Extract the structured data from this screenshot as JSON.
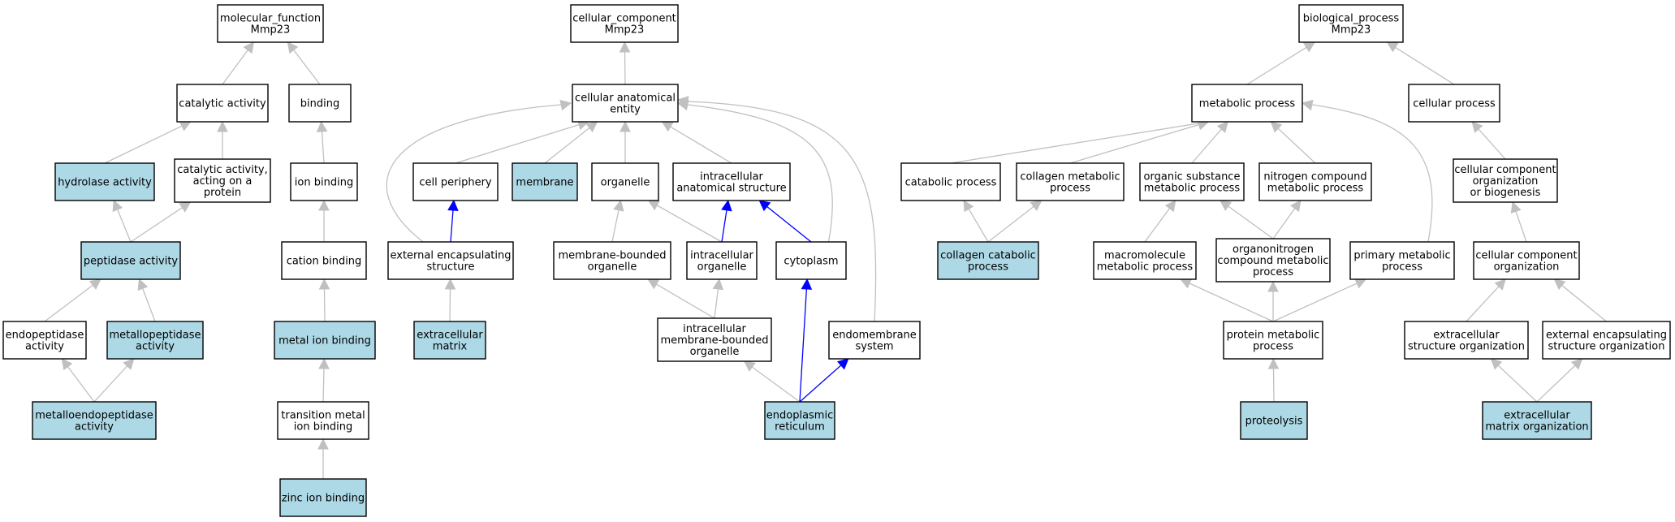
{
  "colors": {
    "node_default": "#ffffff",
    "node_annotated": "#add8e6",
    "edge_default": "#c0c0c0",
    "edge_highlight": "#0000ff",
    "border": "#000000"
  },
  "nodes": [
    {
      "id": "mf",
      "lines": [
        "molecular_function",
        "Mmp23"
      ],
      "fill": "default"
    },
    {
      "id": "catalytic",
      "lines": [
        "catalytic activity"
      ],
      "fill": "default"
    },
    {
      "id": "binding",
      "lines": [
        "binding"
      ],
      "fill": "default"
    },
    {
      "id": "hydrolase",
      "lines": [
        "hydrolase activity"
      ],
      "fill": "annotated"
    },
    {
      "id": "cat_protein",
      "lines": [
        "catalytic activity,",
        "acting on a",
        "protein"
      ],
      "fill": "default"
    },
    {
      "id": "ion_binding",
      "lines": [
        "ion binding"
      ],
      "fill": "default"
    },
    {
      "id": "peptidase",
      "lines": [
        "peptidase activity"
      ],
      "fill": "annotated"
    },
    {
      "id": "cation_binding",
      "lines": [
        "cation binding"
      ],
      "fill": "default"
    },
    {
      "id": "endopeptidase",
      "lines": [
        "endopeptidase",
        "activity"
      ],
      "fill": "default"
    },
    {
      "id": "metallopeptidase",
      "lines": [
        "metallopeptidase",
        "activity"
      ],
      "fill": "annotated"
    },
    {
      "id": "metal_ion",
      "lines": [
        "metal ion binding"
      ],
      "fill": "annotated"
    },
    {
      "id": "metalloendo",
      "lines": [
        "metalloendopeptidase",
        "activity"
      ],
      "fill": "annotated"
    },
    {
      "id": "transition_metal",
      "lines": [
        "transition metal",
        "ion binding"
      ],
      "fill": "default"
    },
    {
      "id": "zinc",
      "lines": [
        "zinc ion binding"
      ],
      "fill": "annotated"
    },
    {
      "id": "cc",
      "lines": [
        "cellular_component",
        "Mmp23"
      ],
      "fill": "default"
    },
    {
      "id": "cae",
      "lines": [
        "cellular anatomical",
        "entity"
      ],
      "fill": "default"
    },
    {
      "id": "cell_periphery",
      "lines": [
        "cell periphery"
      ],
      "fill": "default"
    },
    {
      "id": "membrane",
      "lines": [
        "membrane"
      ],
      "fill": "annotated"
    },
    {
      "id": "organelle",
      "lines": [
        "organelle"
      ],
      "fill": "default"
    },
    {
      "id": "intracellular_as",
      "lines": [
        "intracellular",
        "anatomical structure"
      ],
      "fill": "default"
    },
    {
      "id": "ext_encap",
      "lines": [
        "external encapsulating",
        "structure"
      ],
      "fill": "default"
    },
    {
      "id": "mb_organelle",
      "lines": [
        "membrane-bounded",
        "organelle"
      ],
      "fill": "default"
    },
    {
      "id": "ic_organelle",
      "lines": [
        "intracellular",
        "organelle"
      ],
      "fill": "default"
    },
    {
      "id": "cytoplasm",
      "lines": [
        "cytoplasm"
      ],
      "fill": "default"
    },
    {
      "id": "ecm",
      "lines": [
        "extracellular",
        "matrix"
      ],
      "fill": "annotated"
    },
    {
      "id": "ic_mb_organelle",
      "lines": [
        "intracellular",
        "membrane-bounded",
        "organelle"
      ],
      "fill": "default"
    },
    {
      "id": "endomembrane",
      "lines": [
        "endomembrane",
        "system"
      ],
      "fill": "default"
    },
    {
      "id": "er",
      "lines": [
        "endoplasmic",
        "reticulum"
      ],
      "fill": "annotated"
    },
    {
      "id": "bp",
      "lines": [
        "biological_process",
        "Mmp23"
      ],
      "fill": "default"
    },
    {
      "id": "metabolic",
      "lines": [
        "metabolic process"
      ],
      "fill": "default"
    },
    {
      "id": "cellular_process",
      "lines": [
        "cellular process"
      ],
      "fill": "default"
    },
    {
      "id": "catabolic",
      "lines": [
        "catabolic process"
      ],
      "fill": "default"
    },
    {
      "id": "collagen_metabolic",
      "lines": [
        "collagen metabolic",
        "process"
      ],
      "fill": "default"
    },
    {
      "id": "organic_subst",
      "lines": [
        "organic substance",
        "metabolic process"
      ],
      "fill": "default"
    },
    {
      "id": "nitrogen",
      "lines": [
        "nitrogen compound",
        "metabolic process"
      ],
      "fill": "default"
    },
    {
      "id": "ccob",
      "lines": [
        "cellular component",
        "organization",
        "or biogenesis"
      ],
      "fill": "default"
    },
    {
      "id": "collagen_catabolic",
      "lines": [
        "collagen catabolic",
        "process"
      ],
      "fill": "annotated"
    },
    {
      "id": "macromolecule",
      "lines": [
        "macromolecule",
        "metabolic process"
      ],
      "fill": "default"
    },
    {
      "id": "organonitrogen",
      "lines": [
        "organonitrogen",
        "compound metabolic",
        "process"
      ],
      "fill": "default"
    },
    {
      "id": "primary_metabolic",
      "lines": [
        "primary metabolic",
        "process"
      ],
      "fill": "default"
    },
    {
      "id": "cco",
      "lines": [
        "cellular component",
        "organization"
      ],
      "fill": "default"
    },
    {
      "id": "protein_metabolic",
      "lines": [
        "protein metabolic",
        "process"
      ],
      "fill": "default"
    },
    {
      "id": "ext_struct_org",
      "lines": [
        "extracellular",
        "structure organization"
      ],
      "fill": "default"
    },
    {
      "id": "ext_encap_org",
      "lines": [
        "external encapsulating",
        "structure organization"
      ],
      "fill": "default"
    },
    {
      "id": "proteolysis",
      "lines": [
        "proteolysis"
      ],
      "fill": "annotated"
    },
    {
      "id": "ecm_org",
      "lines": [
        "extracellular",
        "matrix organization"
      ],
      "fill": "annotated"
    }
  ],
  "edges": [
    {
      "from": "catalytic",
      "to": "mf",
      "color": "default"
    },
    {
      "from": "binding",
      "to": "mf",
      "color": "default"
    },
    {
      "from": "hydrolase",
      "to": "catalytic",
      "color": "default"
    },
    {
      "from": "cat_protein",
      "to": "catalytic",
      "color": "default"
    },
    {
      "from": "ion_binding",
      "to": "binding",
      "color": "default"
    },
    {
      "from": "peptidase",
      "to": "hydrolase",
      "color": "default"
    },
    {
      "from": "peptidase",
      "to": "cat_protein",
      "color": "default"
    },
    {
      "from": "cation_binding",
      "to": "ion_binding",
      "color": "default"
    },
    {
      "from": "endopeptidase",
      "to": "peptidase",
      "color": "default"
    },
    {
      "from": "metallopeptidase",
      "to": "peptidase",
      "color": "default"
    },
    {
      "from": "metal_ion",
      "to": "cation_binding",
      "color": "default"
    },
    {
      "from": "metalloendo",
      "to": "endopeptidase",
      "color": "default"
    },
    {
      "from": "metalloendo",
      "to": "metallopeptidase",
      "color": "default"
    },
    {
      "from": "transition_metal",
      "to": "metal_ion",
      "color": "default"
    },
    {
      "from": "zinc",
      "to": "transition_metal",
      "color": "default"
    },
    {
      "from": "cae",
      "to": "cc",
      "color": "default"
    },
    {
      "from": "cell_periphery",
      "to": "cae",
      "color": "default"
    },
    {
      "from": "membrane",
      "to": "cae",
      "color": "default"
    },
    {
      "from": "organelle",
      "to": "cae",
      "color": "default"
    },
    {
      "from": "intracellular_as",
      "to": "cae",
      "color": "default"
    },
    {
      "from": "ext_encap",
      "to": "cae",
      "color": "default",
      "curve": "left"
    },
    {
      "from": "cytoplasm",
      "to": "cae",
      "color": "default",
      "curve": "right"
    },
    {
      "from": "endomembrane",
      "to": "cae",
      "color": "default",
      "curve": "farright"
    },
    {
      "from": "ext_encap",
      "to": "cell_periphery",
      "color": "highlight"
    },
    {
      "from": "mb_organelle",
      "to": "organelle",
      "color": "default"
    },
    {
      "from": "ic_organelle",
      "to": "organelle",
      "color": "default"
    },
    {
      "from": "ic_organelle",
      "to": "intracellular_as",
      "color": "highlight"
    },
    {
      "from": "cytoplasm",
      "to": "intracellular_as",
      "color": "highlight"
    },
    {
      "from": "ecm",
      "to": "ext_encap",
      "color": "default"
    },
    {
      "from": "ic_mb_organelle",
      "to": "mb_organelle",
      "color": "default"
    },
    {
      "from": "ic_mb_organelle",
      "to": "ic_organelle",
      "color": "default"
    },
    {
      "from": "er",
      "to": "ic_mb_organelle",
      "color": "default"
    },
    {
      "from": "er",
      "to": "cytoplasm",
      "color": "highlight"
    },
    {
      "from": "er",
      "to": "endomembrane",
      "color": "highlight"
    },
    {
      "from": "metabolic",
      "to": "bp",
      "color": "default"
    },
    {
      "from": "cellular_process",
      "to": "bp",
      "color": "default"
    },
    {
      "from": "catabolic",
      "to": "metabolic",
      "color": "default"
    },
    {
      "from": "collagen_metabolic",
      "to": "metabolic",
      "color": "default"
    },
    {
      "from": "organic_subst",
      "to": "metabolic",
      "color": "default"
    },
    {
      "from": "nitrogen",
      "to": "metabolic",
      "color": "default"
    },
    {
      "from": "primary_metabolic",
      "to": "metabolic",
      "color": "default",
      "curve": "right"
    },
    {
      "from": "ccob",
      "to": "cellular_process",
      "color": "default"
    },
    {
      "from": "collagen_catabolic",
      "to": "catabolic",
      "color": "default"
    },
    {
      "from": "collagen_catabolic",
      "to": "collagen_metabolic",
      "color": "default"
    },
    {
      "from": "macromolecule",
      "to": "organic_subst",
      "color": "default"
    },
    {
      "from": "organonitrogen",
      "to": "organic_subst",
      "color": "default"
    },
    {
      "from": "organonitrogen",
      "to": "nitrogen",
      "color": "default"
    },
    {
      "from": "cco",
      "to": "ccob",
      "color": "default"
    },
    {
      "from": "protein_metabolic",
      "to": "macromolecule",
      "color": "default"
    },
    {
      "from": "protein_metabolic",
      "to": "organonitrogen",
      "color": "default"
    },
    {
      "from": "protein_metabolic",
      "to": "primary_metabolic",
      "color": "default"
    },
    {
      "from": "ext_struct_org",
      "to": "cco",
      "color": "default"
    },
    {
      "from": "ext_encap_org",
      "to": "cco",
      "color": "default"
    },
    {
      "from": "proteolysis",
      "to": "protein_metabolic",
      "color": "default"
    },
    {
      "from": "ecm_org",
      "to": "ext_struct_org",
      "color": "default"
    },
    {
      "from": "ecm_org",
      "to": "ext_encap_org",
      "color": "default"
    }
  ]
}
